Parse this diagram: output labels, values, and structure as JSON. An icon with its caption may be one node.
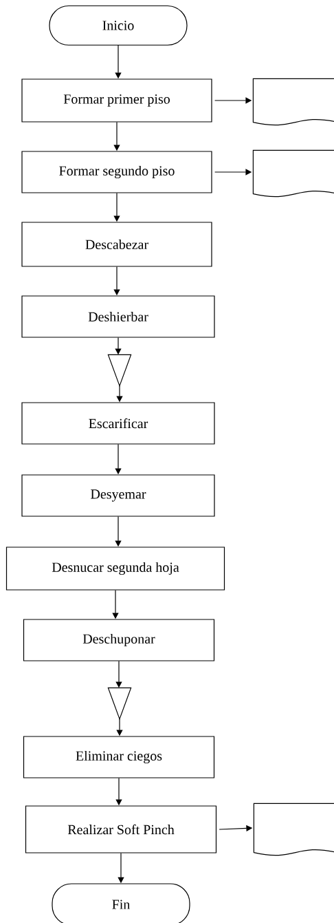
{
  "diagram": {
    "nodes": [
      {
        "text": [
          "Inicio"
        ]
      },
      {
        "text": [
          "Formar primer piso"
        ]
      },
      {
        "text": [],
        "shape": "document"
      },
      {
        "text": [
          "Formar segundo piso"
        ]
      },
      {
        "text": [],
        "shape": "document"
      },
      {
        "text": [
          "Descabezar"
        ]
      },
      {
        "text": [
          "Deshierbar"
        ]
      },
      {
        "text": [],
        "shape": "triangle"
      },
      {
        "text": [
          "Escarificar"
        ]
      },
      {
        "text": [
          "Desyemar"
        ]
      },
      {
        "text": [
          "Desnucar segunda hoja"
        ]
      },
      {
        "text": [
          "Deschuponar"
        ]
      },
      {
        "text": [],
        "shape": "triangle"
      },
      {
        "text": [
          "Eliminar ciegos"
        ]
      },
      {
        "text": [
          "Realizar Soft Pinch"
        ]
      },
      {
        "text": [],
        "shape": "document"
      },
      {
        "text": [
          "Fin"
        ]
      }
    ],
    "edges": [
      {
        "from": 0,
        "to": 1,
        "arrow": "to"
      },
      {
        "from": 1,
        "to": 2,
        "arrow": "to"
      },
      {
        "from": 1,
        "to": 3,
        "arrow": "to"
      },
      {
        "from": 3,
        "to": 4,
        "arrow": "to"
      },
      {
        "from": 3,
        "to": 5,
        "arrow": "to"
      },
      {
        "from": 5,
        "to": 6,
        "arrow": "to"
      },
      {
        "from": 6,
        "to": 7,
        "arrow": "to"
      },
      {
        "from": 7,
        "to": 8,
        "arrow": "to"
      },
      {
        "from": 8,
        "to": 9,
        "arrow": "to"
      },
      {
        "from": 9,
        "to": 10,
        "arrow": "to"
      },
      {
        "from": 10,
        "to": 11,
        "arrow": "to"
      },
      {
        "from": 11,
        "to": 12,
        "arrow": "to"
      },
      {
        "from": 12,
        "to": 13,
        "arrow": "to"
      },
      {
        "from": 13,
        "to": 14,
        "arrow": "to"
      },
      {
        "from": 14,
        "to": 15,
        "arrow": "to"
      },
      {
        "from": 14,
        "to": 16,
        "arrow": "to"
      }
    ]
  }
}
